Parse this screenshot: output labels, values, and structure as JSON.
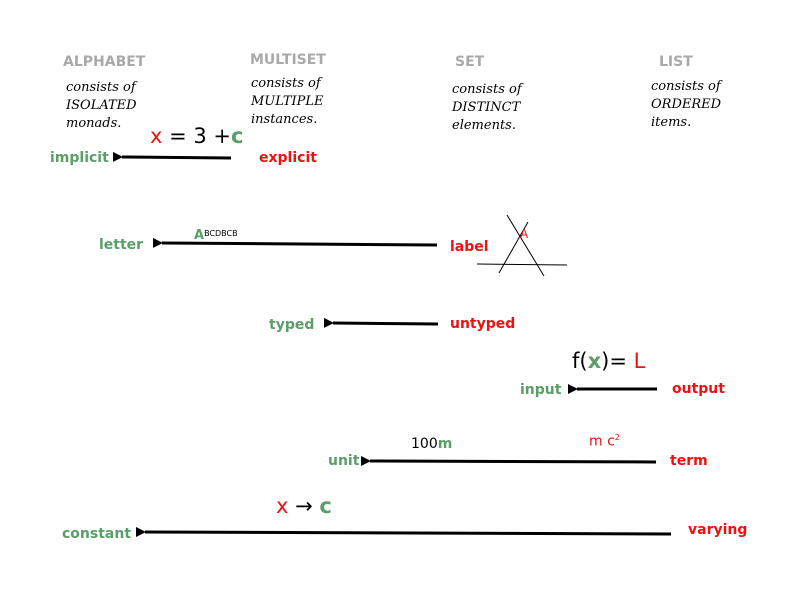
{
  "columns": [
    {
      "heading": "ALPHABET",
      "lines": [
        "consists of",
        "ISOLATED",
        "monads."
      ]
    },
    {
      "heading": "MULTISET",
      "lines": [
        "consists of",
        "MULTIPLE",
        "instances."
      ]
    },
    {
      "heading": "SET",
      "lines": [
        "consists of",
        "DISTINCT",
        "elements."
      ]
    },
    {
      "heading": "LIST",
      "lines": [
        "consists of",
        "ORDERED",
        "items."
      ]
    }
  ],
  "rows": [
    {
      "left": "implicit",
      "right": "explicit"
    },
    {
      "left": "letter",
      "right": "label"
    },
    {
      "left": "typed",
      "right": "untyped"
    },
    {
      "left": "input",
      "right": "output"
    },
    {
      "left": "unit",
      "right": "term"
    },
    {
      "left": "constant",
      "right": "varying"
    }
  ],
  "annotations": {
    "eq1": {
      "x": "x",
      "eq": "= 3 +",
      "c": "c"
    },
    "letter_seq": {
      "first": "A",
      "rest": "BCDBCB"
    },
    "triangle_label": "A",
    "func": {
      "f": "f(",
      "x": "x",
      "close": ")=",
      "L": "L"
    },
    "unit_expr": {
      "num": "100",
      "u": "m"
    },
    "term_expr": {
      "m": "m",
      "c": "c",
      "exp": "2"
    },
    "arrow_expr": {
      "x": "x",
      "arrow": "→",
      "c": "c"
    }
  },
  "colors": {
    "green": "#5a9e68",
    "red": "#ee1111",
    "heading": "#a9a9a9",
    "line": "#000000"
  }
}
